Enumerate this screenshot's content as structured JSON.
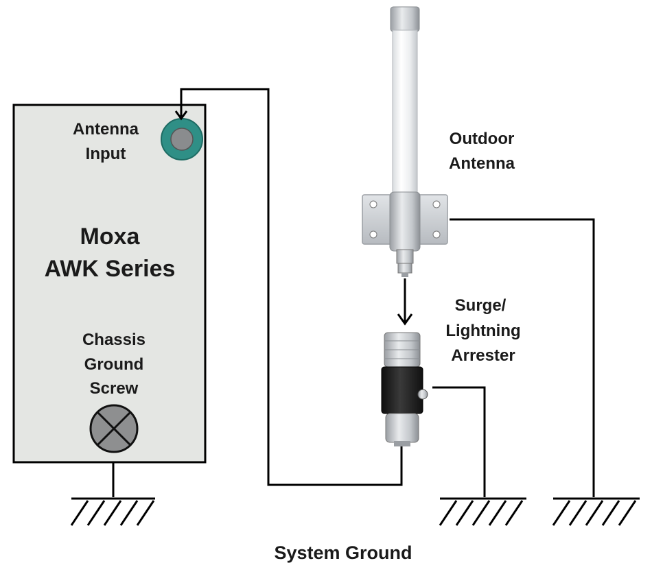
{
  "device": {
    "name_line1": "Moxa",
    "name_line2": "AWK Series",
    "antenna_input_line1": "Antenna",
    "antenna_input_line2": "Input",
    "ground_screw_line1": "Chassis",
    "ground_screw_line2": "Ground",
    "ground_screw_line3": "Screw",
    "panel_color": "#e4e6e3",
    "port_ring_color": "#2f8f86",
    "port_center_color": "#8a8c8e",
    "screw_color": "#8e8f90"
  },
  "antenna": {
    "label_line1": "Outdoor",
    "label_line2": "Antenna"
  },
  "arrester": {
    "label_line1": "Surge/",
    "label_line2": "Lightning",
    "label_line3": "Arrester"
  },
  "footer": {
    "system_ground": "System Ground"
  }
}
